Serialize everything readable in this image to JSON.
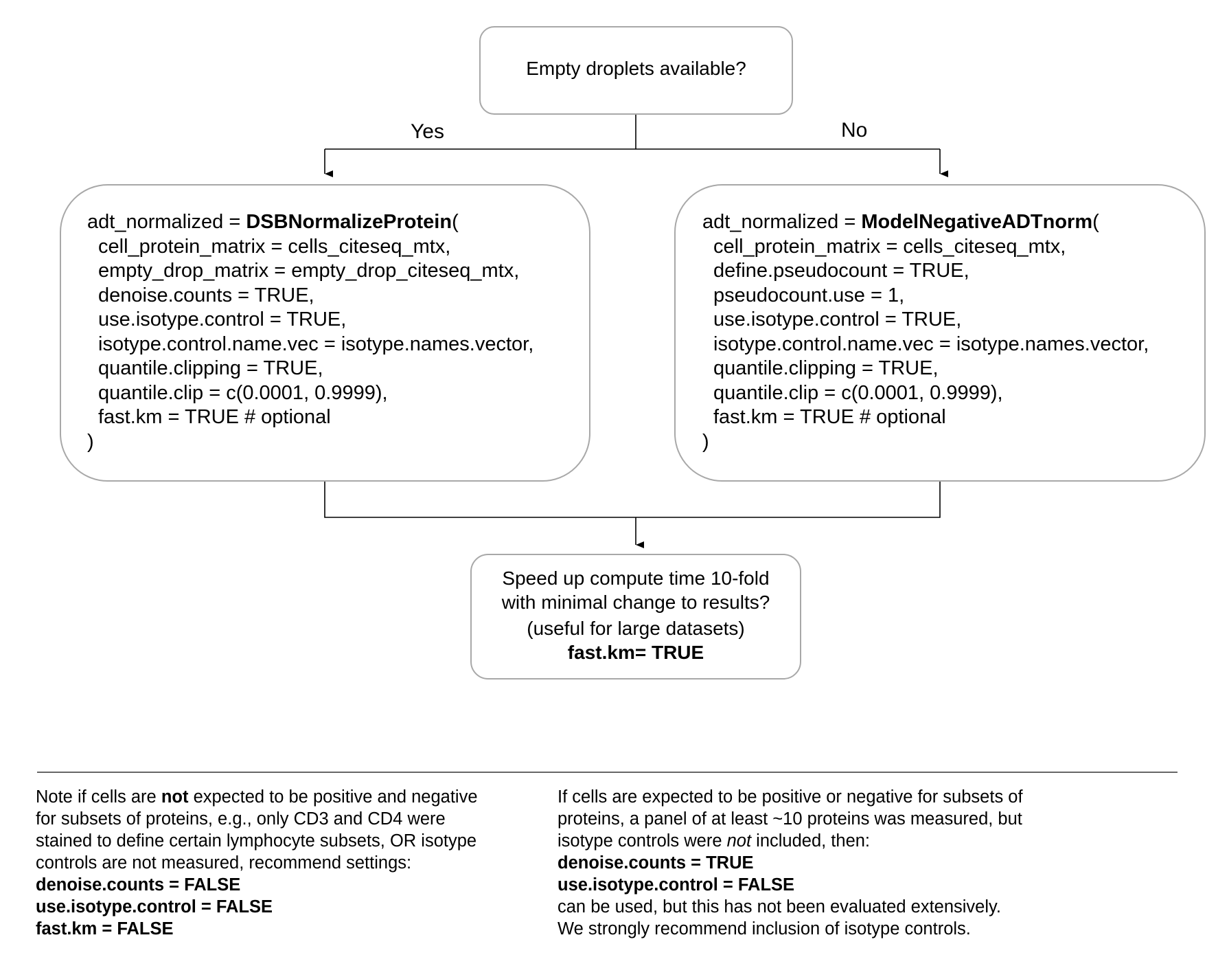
{
  "decision": {
    "question": "Empty droplets available?",
    "yes_label": "Yes",
    "no_label": "No"
  },
  "left_box": {
    "prefix": "adt_normalized = ",
    "function": "DSBNormalizeProtein",
    "open": "(",
    "args": [
      "cell_protein_matrix = cells_citeseq_mtx,",
      "empty_drop_matrix = empty_drop_citeseq_mtx,",
      "denoise.counts = TRUE,",
      "use.isotype.control = TRUE,",
      "isotype.control.name.vec = isotype.names.vector,",
      "quantile.clipping = TRUE,",
      "quantile.clip = c(0.0001, 0.9999),",
      "fast.km = TRUE # optional"
    ],
    "close": ")"
  },
  "right_box": {
    "prefix": "adt_normalized = ",
    "function": "ModelNegativeADTnorm",
    "open": "(",
    "args": [
      "cell_protein_matrix = cells_citeseq_mtx,",
      "define.pseudocount = TRUE,",
      "pseudocount.use = 1,",
      "use.isotype.control = TRUE,",
      "isotype.control.name.vec = isotype.names.vector,",
      "quantile.clipping = TRUE,",
      "quantile.clip = c(0.0001, 0.9999),",
      "fast.km = TRUE # optional"
    ],
    "close": ")"
  },
  "speed_box": {
    "line1": "Speed up compute time 10-fold",
    "line2": "with minimal change to results?",
    "line3": "(useful for large datasets)",
    "line4": "fast.km= TRUE"
  },
  "notes_left": {
    "l1a": "Note if cells are ",
    "l1b": "not",
    "l1c": " expected to be positive and negative",
    "l2": "for subsets of proteins, e.g., only CD3 and CD4 were",
    "l3": "stained to define certain lymphocyte subsets, OR isotype",
    "l4": "controls are not measured, recommend settings:",
    "s1": "denoise.counts = FALSE",
    "s2": "use.isotype.control = FALSE",
    "s3": "fast.km = FALSE"
  },
  "notes_right": {
    "l1": "If cells are expected to be positive or negative for subsets of",
    "l2": "proteins, a panel of at least ~10 proteins was measured, but",
    "l3a": "isotype controls were ",
    "l3b": "not",
    "l3c": " included, then:",
    "s1": "denoise.counts = TRUE",
    "s2": "use.isotype.control = FALSE",
    "l4": "can be used, but this has not been evaluated extensively.",
    "l5": "We strongly recommend inclusion of isotype controls."
  },
  "colors": {
    "box_border": "#a8a8a8",
    "line": "#000000"
  }
}
